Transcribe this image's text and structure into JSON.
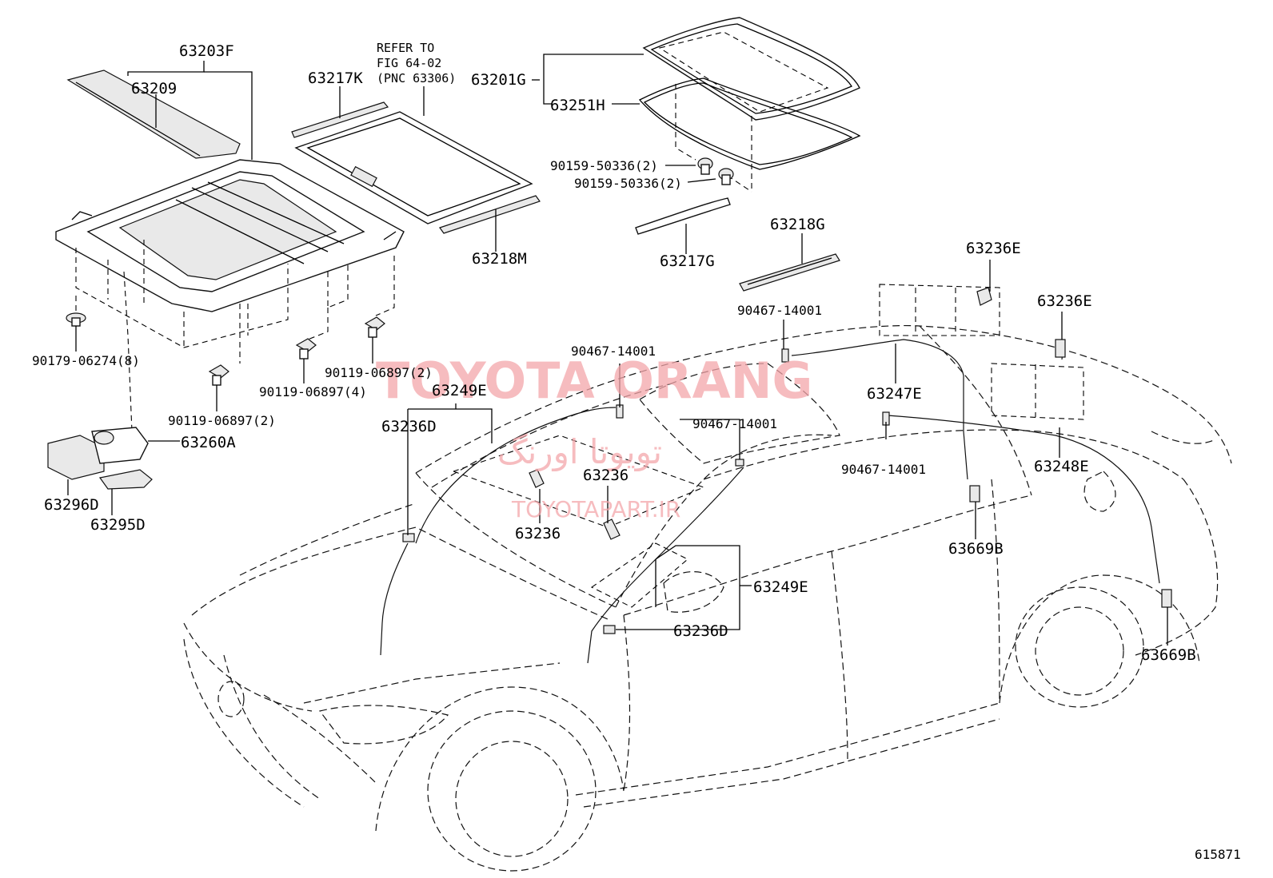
{
  "labels": {
    "p63203F": "63203F",
    "p63209": "63209",
    "p63217K": "63217K",
    "refer_line1": "REFER TO",
    "refer_line2": "FIG 64-02",
    "refer_line3": "(PNC 63306)",
    "p63201G": "63201G",
    "p63251H": "63251H",
    "screw_a": "90159-50336(2)",
    "screw_b": "90159-50336(2)",
    "p63218M": "63218M",
    "p63217G": "63217G",
    "p63218G": "63218G",
    "p63236E_a": "63236E",
    "p63236E_b": "63236E",
    "clip_90179": "90179-06274(8)",
    "bolt_left": "90119-06897(2)",
    "bolt_mid": "90119-06897(4)",
    "bolt_right": "90119-06897(2)",
    "p63260A": "63260A",
    "p63296D": "63296D",
    "p63295D": "63295D",
    "p63249E_top": "63249E",
    "p63236D_top": "63236D",
    "clamp_a": "90467-14001",
    "clamp_b": "90467-14001",
    "clamp_c": "90467-14001",
    "clamp_d": "90467-14001",
    "p63236_a": "63236",
    "p63236_b": "63236",
    "p63247E": "63247E",
    "p63248E": "63248E",
    "p63669B_a": "63669B",
    "p63669B_b": "63669B",
    "p63249E_bottom": "63249E",
    "p63236D_bottom": "63236D",
    "diagram_id": "615871"
  },
  "watermark": {
    "brand": "TOYOTA ORANG",
    "persian": "تویوتا اورنگ",
    "site": "TOYOTAPART.IR",
    "color": "#f4a6aa"
  }
}
